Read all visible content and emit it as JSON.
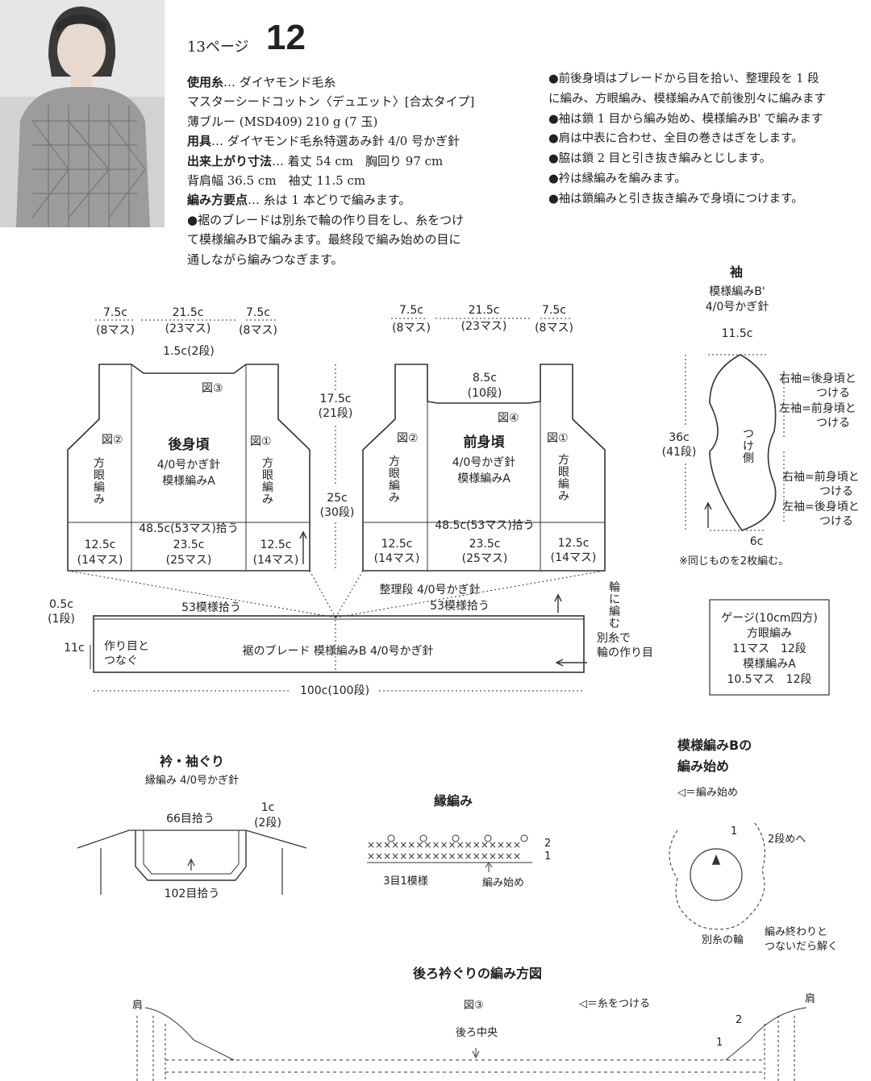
{
  "header": {
    "page_ref": "13ページ",
    "pattern_number": "12"
  },
  "materials": {
    "yarn_label": "使用糸",
    "yarn_value": "… ダイヤモンド毛糸",
    "yarn_line2": "マスターシードコットン〈デュエット〉[合太タイプ]",
    "yarn_line3": "薄ブルー (MSD409) 210 g (7 玉)",
    "tools_label": "用具",
    "tools_value": "… ダイヤモンド毛糸特選あみ針 4/0 号かぎ針",
    "size_label": "出来上がり寸法",
    "size_value": "… 着丈 54 cm　胸回り 97 cm",
    "size_line2": "背肩幅 36.5 cm　袖丈 11.5 cm",
    "points_label": "編み方要点",
    "points_value": "… 糸は 1 本どりで編みます。",
    "points_l1": "●裾のブレードは別糸で輪の作り目をし、糸をつけ",
    "points_l2": "て模様編みBで編みます。最終段で編み始めの目に",
    "points_l3": "通しながら編みつなぎます。"
  },
  "instructions": [
    "●前後身頃はブレードから目を拾い、整理段を 1 段",
    "に編み、方眼編み、模様編みAで前後別々に編みます",
    "●袖は鎖 1 目から編み始め、模様編みB' で編みます",
    "●肩は中表に合わせ、全目の巻きはぎをします。",
    "●脇は鎖 2 目と引き抜き編みとじします。",
    "●衿は縁編みを編みます。",
    "●袖は鎖編みと引き抜き編みで身頃につけます。"
  ],
  "back": {
    "top_left": "7.5c",
    "top_left_sub": "(8マス)",
    "top_mid": "21.5c",
    "top_mid_sub": "(23マス)",
    "top_right": "7.5c",
    "top_right_sub": "(8マス)",
    "neck_depth": "1.5c(2段)",
    "fig3": "図③",
    "fig2": "図②",
    "fig1": "図①",
    "title": "後身頃",
    "needle": "4/0号かぎ針",
    "pattern": "模様編みA",
    "side_label": "方眼編み",
    "pickup": "48.5c(53マス)拾う",
    "bl": "12.5c",
    "bl_sub": "(14マス)",
    "bm": "23.5c",
    "bm_sub": "(25マス)",
    "br": "12.5c",
    "br_sub": "(14マス)"
  },
  "center_dims": {
    "a": "17.5c",
    "a_sub": "(21段)",
    "b": "25c",
    "b_sub": "(30段)"
  },
  "front": {
    "top_left": "7.5c",
    "top_left_sub": "(8マス)",
    "top_mid": "21.5c",
    "top_mid_sub": "(23マス)",
    "top_right": "7.5c",
    "top_right_sub": "(8マス)",
    "neck": "8.5c",
    "neck_sub": "(10段)",
    "fig4": "図④",
    "fig2": "図②",
    "fig1": "図①",
    "title": "前身頃",
    "needle": "4/0号かぎ針",
    "pattern": "模様編みA",
    "side_label": "方眼編み",
    "pickup": "48.5c(53マス)拾う",
    "bl": "12.5c",
    "bl_sub": "(14マス)",
    "bm": "23.5c",
    "bm_sub": "(25マス)",
    "br": "12.5c",
    "br_sub": "(14マス)"
  },
  "braid": {
    "pick_left": "53模様拾う",
    "pick_right": "53模様拾う",
    "adjust": "整理段 4/0号かぎ針",
    "h_small": "0.5c",
    "h_small_sub": "(1段)",
    "height": "11c",
    "join": "作り目と",
    "join2": "つなぐ",
    "title": "裾のブレード 模様編みB 4/0号かぎ針",
    "ring": "輪に編む",
    "sep": "別糸で",
    "sep2": "輪の作り目",
    "width": "100c(100段)"
  },
  "sleeve": {
    "title": "袖",
    "pattern": "模様編みB'",
    "needle": "4/0号かぎ針",
    "width": "11.5c",
    "height": "36c",
    "height_sub": "(41段)",
    "attach": "つけ側",
    "bottom": "6c",
    "r1": "右袖=後身頃と",
    "r1b": "つける",
    "l1": "左袖=前身頃と",
    "l1b": "つける",
    "r2": "右袖=前身頃と",
    "r2b": "つける",
    "l2": "左袖=後身頃と",
    "l2b": "つける",
    "note": "※同じものを2枚編む。"
  },
  "gauge": {
    "title": "ゲージ(10cm四方)",
    "a": "方眼編み",
    "a_val": "11マス　12段",
    "b": "模様編みA",
    "b_val": "10.5マス　12段"
  },
  "collar": {
    "title": "衿・袖ぐり",
    "sub": "縁編み 4/0号かぎ針",
    "top": "66目拾う",
    "side": "1c",
    "side_sub": "(2段)",
    "bottom": "102目拾う"
  },
  "edging": {
    "title": "縁編み",
    "r2": "2",
    "r1": "1",
    "rep": "3目1模様",
    "start": "編み始め"
  },
  "motifB": {
    "title": "模様編みBの",
    "title2": "編み始め",
    "legend": "◁＝編み始め",
    "r1": "1",
    "r2": "2段めへ",
    "sep": "別糸の輪",
    "note": "編み終わりと",
    "note2": "つないだら解く"
  },
  "backneck": {
    "title": "後ろ衿ぐりの編み方図",
    "fig": "図③",
    "legend": "◁＝糸をつける",
    "shoulder_l": "肩",
    "shoulder_r": "肩",
    "center": "後ろ中央",
    "r2": "2",
    "r1": "1"
  }
}
